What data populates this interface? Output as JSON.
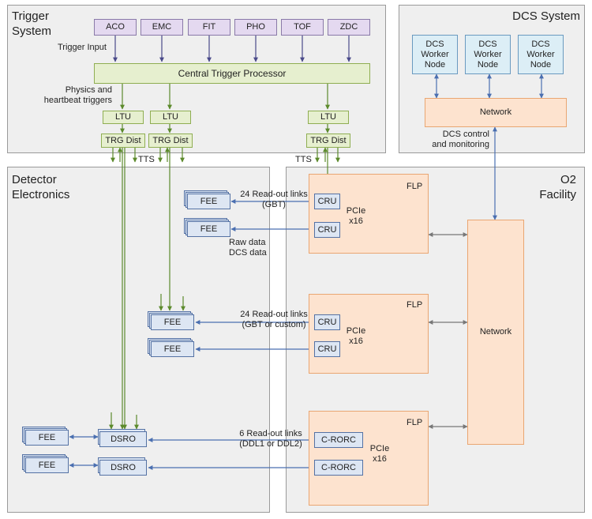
{
  "panels": {
    "trigger": "Trigger\nSystem",
    "dcs": "DCS System",
    "detector": "Detector\nElectronics",
    "o2": "O2\nFacility"
  },
  "trigger_inputs": [
    "ACO",
    "EMC",
    "FIT",
    "PHO",
    "TOF",
    "ZDC"
  ],
  "trigger_input_label": "Trigger Input",
  "ctp": "Central Trigger Processor",
  "physics_label": "Physics and\nheartbeat triggers",
  "ltu": "LTU",
  "trg_dist": "TRG Dist",
  "tts": "TTS",
  "dcs_workers": [
    "DCS\nWorker\nNode",
    "DCS\nWorker\nNode",
    "DCS\nWorker\nNode"
  ],
  "dcs_network": "Network",
  "dcs_control_label": "DCS control\nand monitoring",
  "flp": "FLP",
  "cru": "CRU",
  "crorc": "C-RORC",
  "pcie": "PCIe\nx16",
  "fee": "FEE",
  "dsro": "DSRO",
  "o2_network": "Network",
  "links": {
    "gbt": "24 Read-out links\n(GBT)",
    "raw": "Raw data\nDCS data",
    "custom": "24 Read-out links\n(GBT or custom)",
    "ddl": "6 Read-out links\n(DDL1 or DDL2)"
  },
  "colors": {
    "panel": "#efefef",
    "purple": "#e4d9f0",
    "green": "#e6efcf",
    "cyan": "#dceef6",
    "orange": "#fde3cf",
    "blue": "#dde6f3",
    "arrow_blue": "#4a6fb0",
    "arrow_green": "#5c8a2c",
    "arrow_gray": "#777777"
  }
}
